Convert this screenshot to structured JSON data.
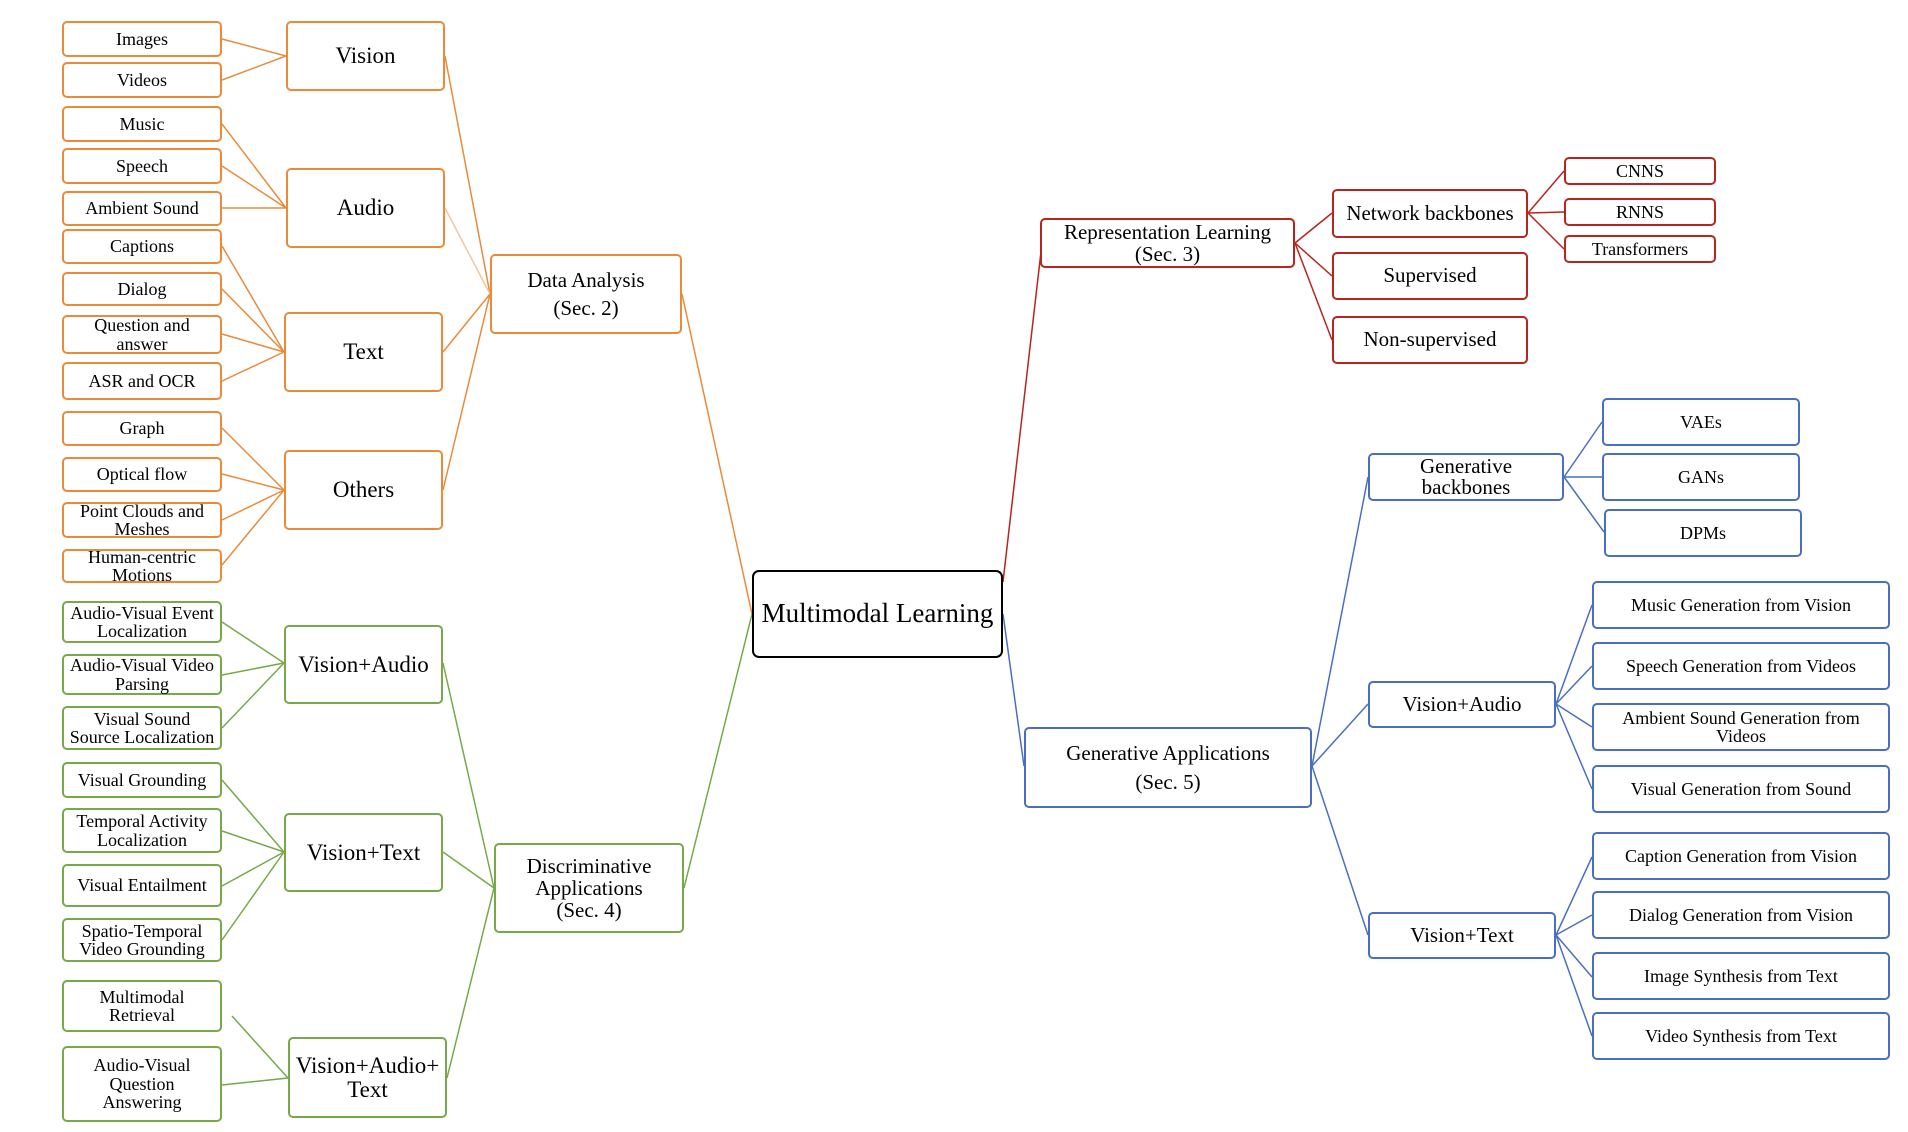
{
  "colors": {
    "orange": "#e98b3a",
    "green": "#77a94a",
    "red": "#b5261e",
    "blue": "#4a6fc0",
    "black": "#000000"
  },
  "root": "Multimodal Learning",
  "data_analysis": {
    "title": "Data Analysis\n(Sec. 2)",
    "vision": {
      "label": "Vision",
      "items": [
        "Images",
        "Videos"
      ]
    },
    "audio": {
      "label": "Audio",
      "items": [
        "Music",
        "Speech",
        "Ambient Sound"
      ]
    },
    "text": {
      "label": "Text",
      "items": [
        "Captions",
        "Dialog",
        "Question and\nanswer",
        "ASR and OCR"
      ]
    },
    "others": {
      "label": "Others",
      "items": [
        "Graph",
        "Optical flow",
        "Point Clouds and\nMeshes",
        "Human-centric\nMotions"
      ]
    }
  },
  "discriminative": {
    "title": "Discriminative\nApplications\n(Sec. 4)",
    "vision_audio": {
      "label": "Vision+Audio",
      "items": [
        "Audio-Visual Event\nLocalization",
        "Audio-Visual Video\nParsing",
        "Visual Sound\nSource Localization"
      ]
    },
    "vision_text": {
      "label": "Vision+Text",
      "items": [
        "Visual Grounding",
        "Temporal Activity\nLocalization",
        "Visual Entailment",
        "Spatio-Temporal\nVideo Grounding"
      ]
    },
    "vision_audio_text": {
      "label": "Vision+Audio+\nText",
      "items": [
        "Multimodal\nRetrieval",
        "Audio-Visual\nQuestion\nAnswering"
      ]
    }
  },
  "representation": {
    "title": "Representation Learning\n(Sec. 3)",
    "backbones": {
      "label": "Network backbones",
      "items": [
        "CNNS",
        "RNNS",
        "Transformers"
      ]
    },
    "supervised": "Supervised",
    "non_supervised": "Non-supervised"
  },
  "generative": {
    "title": "Generative Applications\n(Sec. 5)",
    "backbones": {
      "label": "Generative\nbackbones",
      "items": [
        "VAEs",
        "GANs",
        "DPMs"
      ]
    },
    "vision_audio": {
      "label": "Vision+Audio",
      "items": [
        "Music Generation from Vision",
        "Speech Generation from Videos",
        "Ambient Sound Generation from\nVideos",
        "Visual Generation from Sound"
      ]
    },
    "vision_text": {
      "label": "Vision+Text",
      "items": [
        "Caption Generation from Vision",
        "Dialog Generation from Vision",
        "Image Synthesis from Text",
        "Video Synthesis from Text"
      ]
    }
  }
}
